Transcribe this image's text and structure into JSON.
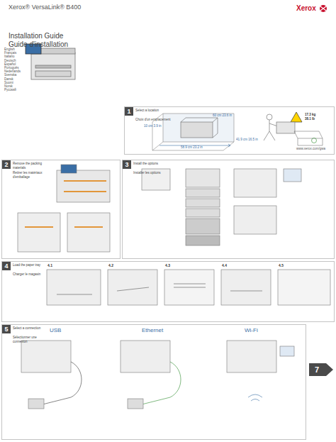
{
  "diagram": {
    "title": "Installation Guide",
    "nodes": [
      {
        "text": [
          "1",
          "Select a location",
          "Choix d'un emplacement"
        ]
      },
      {
        "text": [
          "2",
          "Remove the packing materials",
          "Retirer les matériaux d'emballage"
        ]
      },
      {
        "text": [
          "3",
          "Install the options",
          "Installer les options"
        ]
      },
      {
        "text": [
          "4",
          "Load the paper tray",
          "Charger le magasin"
        ]
      },
      {
        "text": [
          "5",
          "Select a connection",
          "Sélectionner une connexion"
        ]
      },
      {
        "text": [
          "7"
        ]
      }
    ],
    "labels": [
      "Xerox® VersaLink® B400",
      "Xerox",
      "Guide d'installation",
      "English",
      "Français",
      "Italiano",
      "Deutsch",
      "Español",
      "Português",
      "Nederlands",
      "Svenska",
      "Dansk",
      "Suomi",
      "Norsk",
      "Русский",
      "60 cm 23.6 in",
      "10 cm 3.9 in",
      "58.9 cm 23.2 in",
      "41.9 cm 16.5 in",
      "17.3 kg",
      "38.1 lb",
      "www.xerox.com/gwa",
      "USB",
      "Ethernet",
      "Wi-Fi",
      "4.1",
      "4.2",
      "4.3",
      "4.4",
      "4.5"
    ]
  }
}
